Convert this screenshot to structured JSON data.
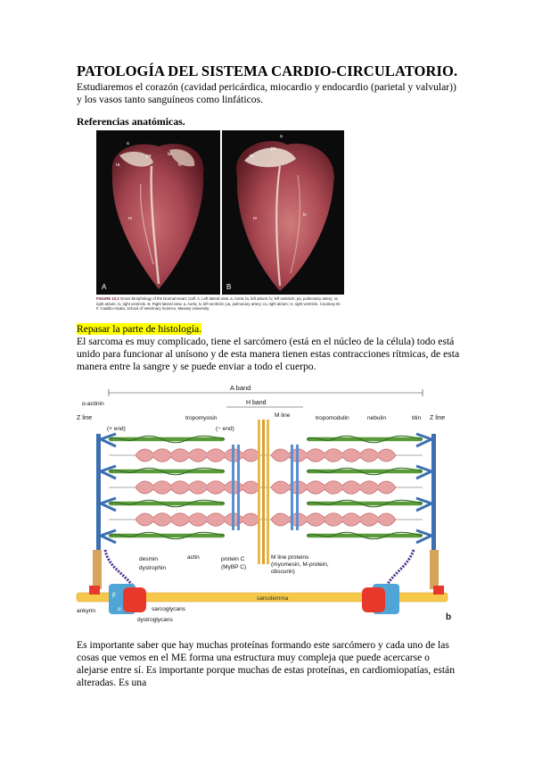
{
  "title": "PATOLOGÍA DEL SISTEMA CARDIO-CIRCULATORIO.",
  "intro": "Estudiaremos el corazón (cavidad pericárdica, miocardio y endocardio (parietal y valvular)) y los vasos tanto sanguíneos como linfáticos.",
  "section_heading": "Referencias anatómicas.",
  "figure1": {
    "panel_a": "A",
    "panel_b": "B",
    "caption_label": "FIGURE 10.2",
    "caption_text": "Gross Morphology of the Normal Heart, Calf. A, Left lateral view. a, Aorta; la, left atrium; lv, left ventricle; pa, pulmonary artery; ra, right atrium; rv, right ventricle. B, Right lateral view. a, Aorta; lv, left ventricle; pa, pulmonary artery; ra, right atrium; rv, right ventricle.",
    "credit": "Courtesy Dr. F. Castillo-Alcala, School of Veterinary Science, Massey University.",
    "labels_a": {
      "a": "a",
      "pa": "pa",
      "la": "la",
      "ra": "ra",
      "lv": "lv",
      "rv": "rv"
    },
    "labels_b": {
      "a": "a",
      "pa": "pa",
      "ra": "ra",
      "lv": "lv",
      "rv": "rv"
    }
  },
  "highlight_text": "Repasar la parte de histología.",
  "para2": "El sarcoma es muy complicado, tiene el sarcómero (está en el núcleo de la célula) todo está unido para funcionar al unísono y de esta manera tienen estas contracciones rítmicas, de esta manera entre la sangre y se puede enviar a todo el cuerpo.",
  "figure2": {
    "a_band": "A band",
    "h_band": "H band",
    "m_line": "M line",
    "z_line_left": "Z line",
    "z_line_right": "Z line",
    "alpha_actinin": "α-actinin",
    "plus_end": "(+ end)",
    "minus_end": "(− end)",
    "tropomyosin": "tropomyosin",
    "tropomodulin": "tropomodulin",
    "nebulin": "nebulin",
    "titin": "titin",
    "desmin": "desmin",
    "dystrophin": "dystrophin",
    "actin": "actin",
    "protein_c_1": "protein C",
    "protein_c_2": "(MyBP C)",
    "m_proteins_1": "M line proteins",
    "m_proteins_2": "(myomesin, M-protein,",
    "m_proteins_3": "obscurin)",
    "sarcolemma": "sarcolemma",
    "ankyrin": "ankyrin",
    "sarcoglycans": "sarcoglycans",
    "dystroglycans": "dystroglycans",
    "beta": "β",
    "alpha": "α",
    "panel": "b"
  },
  "para3": "Es importante saber que hay muchas proteínas formando este sarcómero y cada uno de las cosas que vemos en el ME forma una estructura muy compleja que puede acercarse o alejarse entre sí. Es importante porque muchas de estas proteínas, en cardiomiopatías, están alteradas. Es una"
}
